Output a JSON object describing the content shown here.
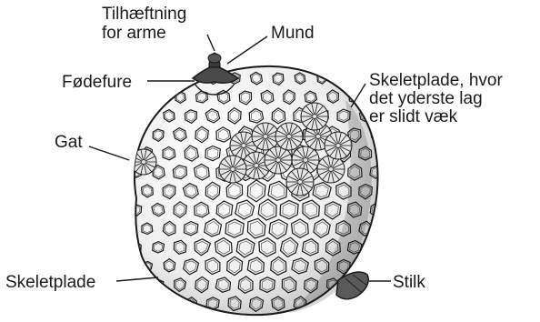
{
  "labels": {
    "attachment_line1": "Tilhæftning",
    "attachment_line2": "for arme",
    "mouth": "Mund",
    "food_groove": "Fødefure",
    "worn_plate_line1": "Skeletplade, hvor",
    "worn_plate_line2": "det yderste lag",
    "worn_plate_line3": "er slidt væk",
    "pore": "Gat",
    "skeletal_plate": "Skeletplade",
    "stalk": "Stilk"
  },
  "colors": {
    "ink": "#1a1a1a",
    "shade": "#cfcfcf",
    "paper": "#ffffff"
  }
}
